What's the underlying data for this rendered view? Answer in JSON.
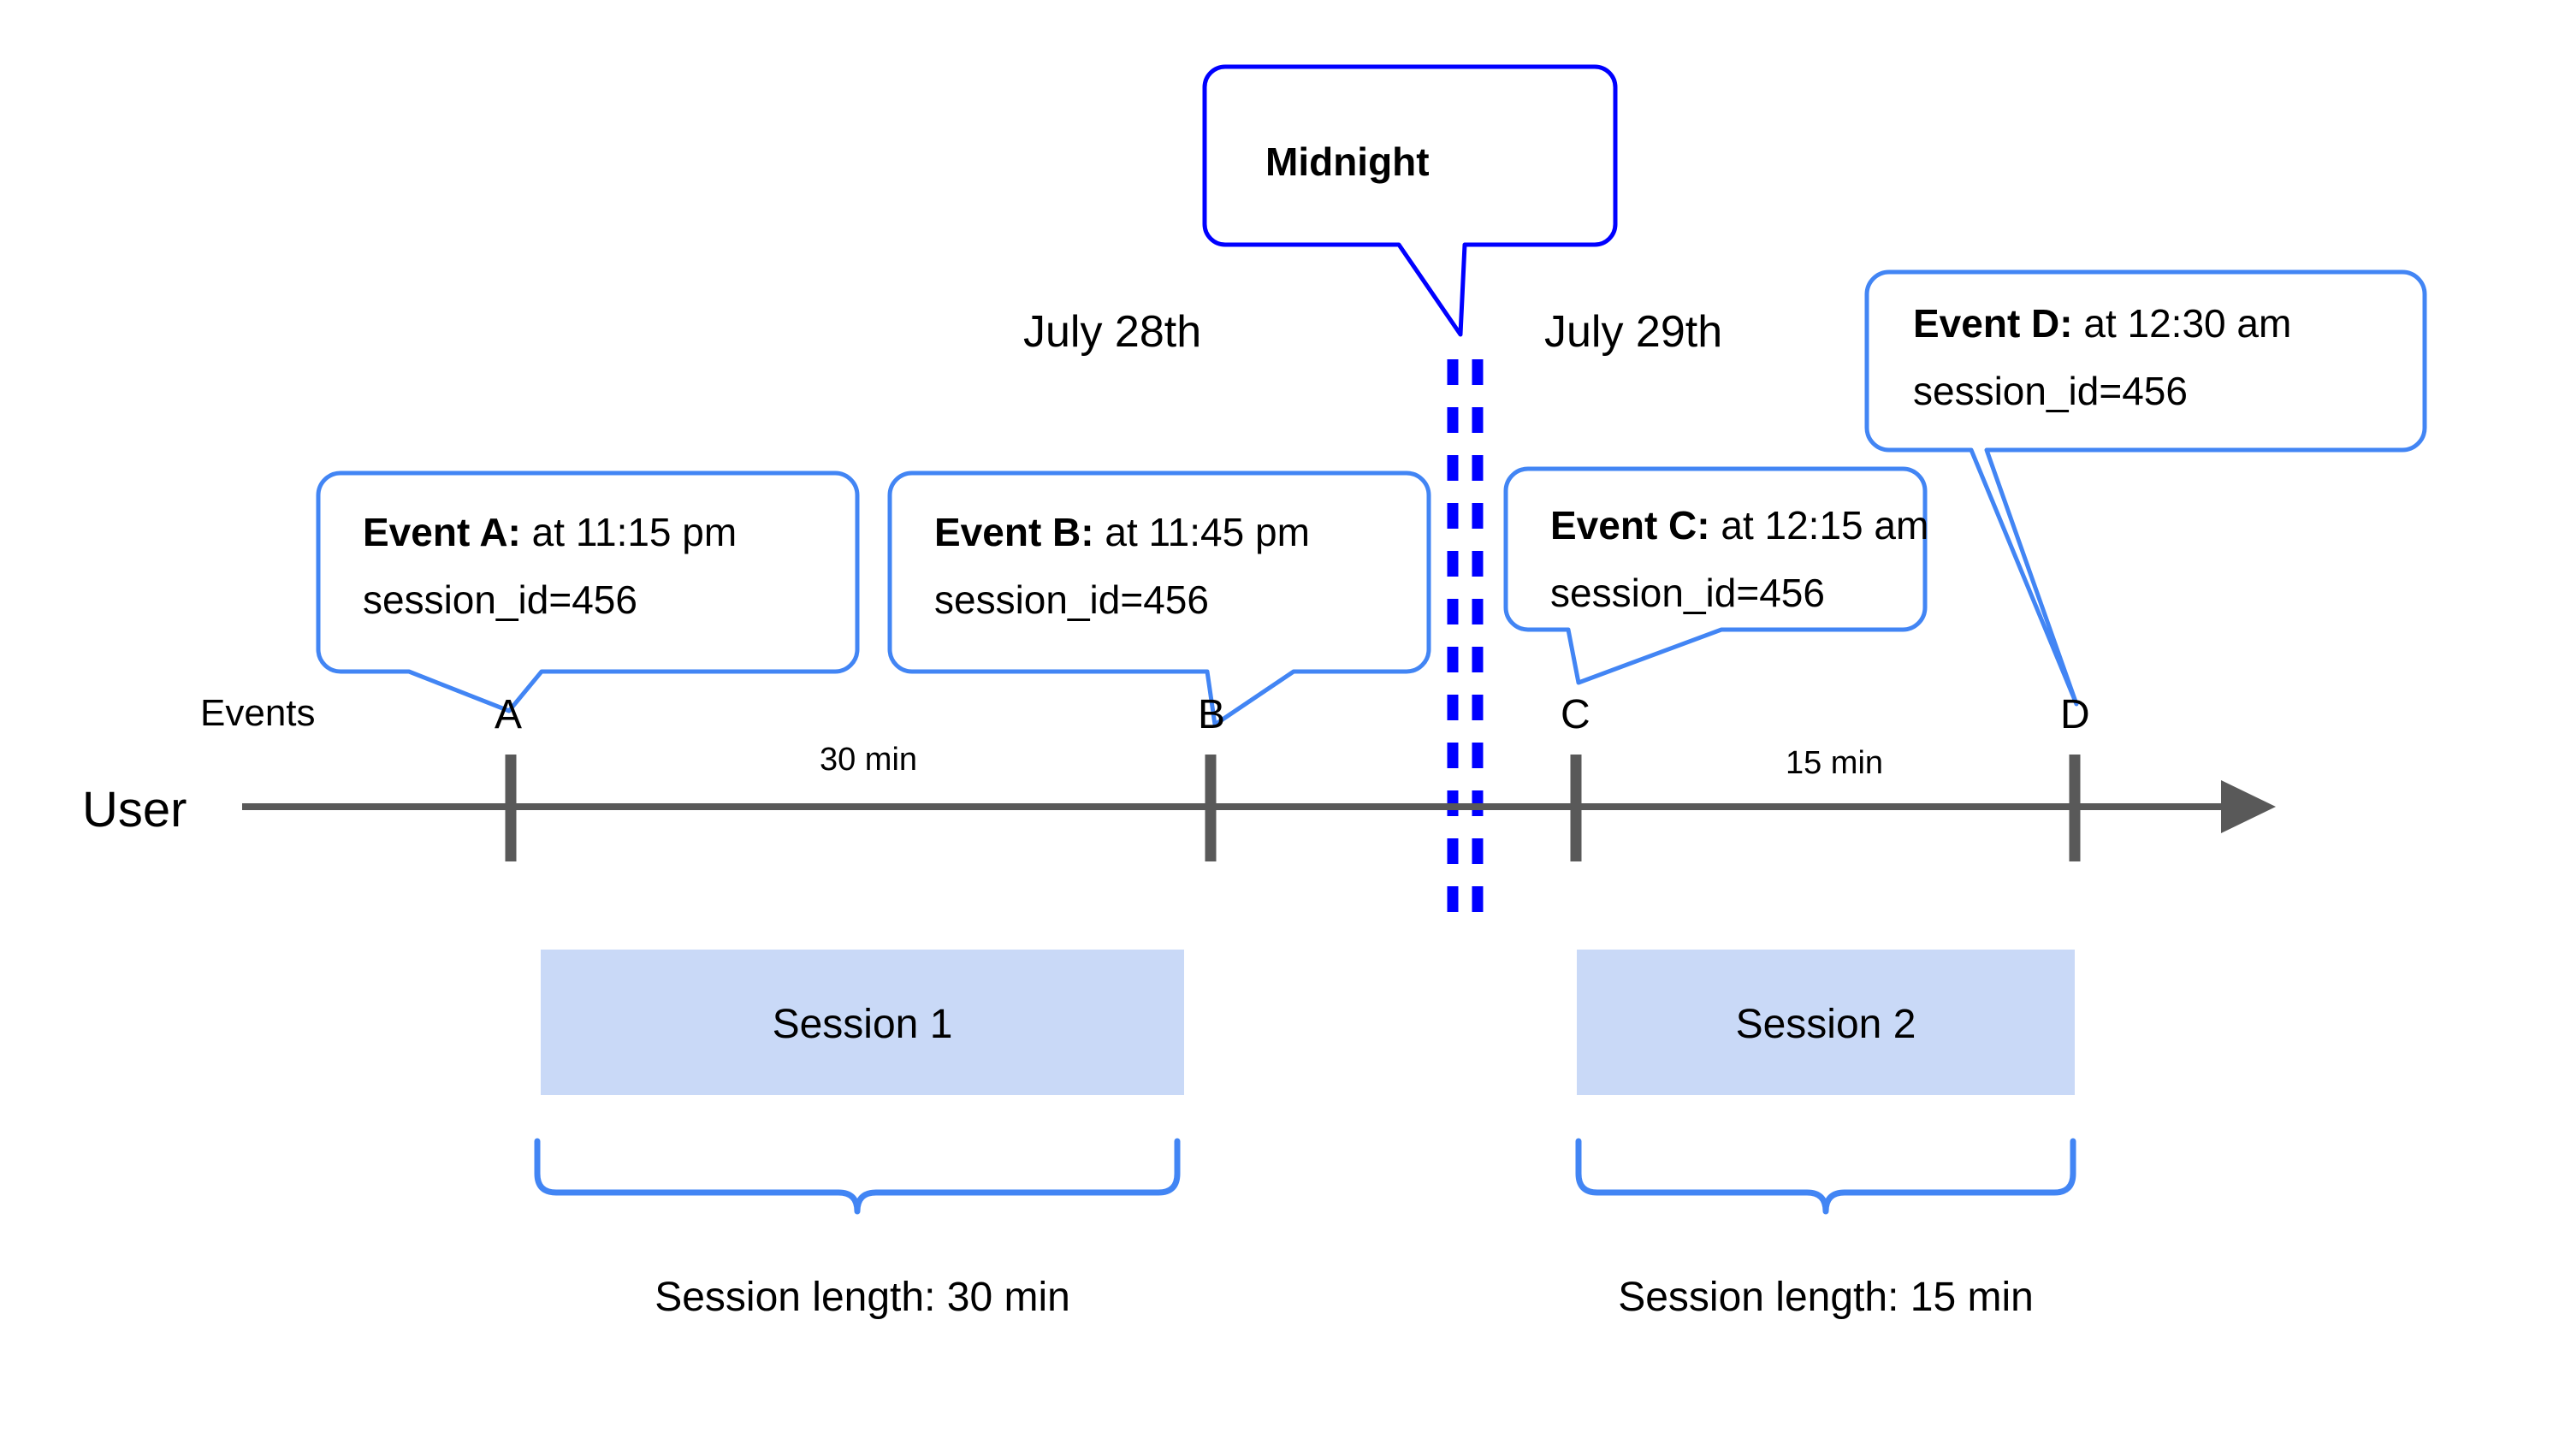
{
  "diagram": {
    "type": "timeline-sessionization",
    "colors": {
      "callout_border": "#4285F4",
      "midnight_border": "#0000FF",
      "midnight_dash": "#0000FF",
      "session_fill": "#C9D9F7",
      "axis": "#595959",
      "brace": "#4285F4",
      "text": "#000000",
      "background": "#FFFFFF"
    },
    "midnight_callout": {
      "label": "Midnight"
    },
    "date_labels": [
      {
        "name": "july-28",
        "text": "July 28th"
      },
      {
        "name": "july-29",
        "text": "July 29th"
      }
    ],
    "lane_labels": {
      "events": "Events",
      "user": "User"
    },
    "events": [
      {
        "marker": "A",
        "title": "Event A:",
        "time": " at 11:15 pm",
        "session_id": "session_id=456"
      },
      {
        "marker": "B",
        "title": "Event B:",
        "time": " at 11:45 pm",
        "session_id": "session_id=456"
      },
      {
        "marker": "C",
        "title": "Event C:",
        "time": " at 12:15 am",
        "session_id": "session_id=456"
      },
      {
        "marker": "D",
        "title": "Event D:",
        "time": " at 12:30 am",
        "session_id": "session_id=456"
      }
    ],
    "durations": [
      {
        "name": "gap-a-b",
        "text": "30 min"
      },
      {
        "name": "gap-c-d",
        "text": "15 min"
      }
    ],
    "sessions": [
      {
        "label": "Session 1",
        "length_label": "Session length: 30 min"
      },
      {
        "label": "Session 2",
        "length_label": "Session length: 15 min"
      }
    ]
  }
}
